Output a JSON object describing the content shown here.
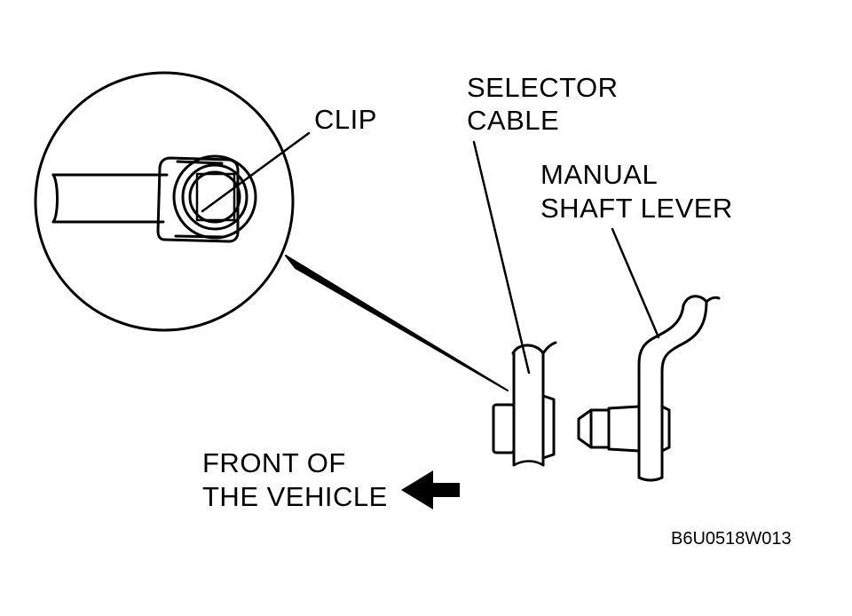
{
  "labels": {
    "clip": "CLIP",
    "selector_cable_line1": "SELECTOR",
    "selector_cable_line2": "CABLE",
    "manual_shaft_lever_line1": "MANUAL",
    "manual_shaft_lever_line2": "SHAFT LEVER",
    "front_line1": "FRONT OF",
    "front_line2": "THE VEHICLE"
  },
  "figure_code": "B6U0518W013",
  "icons": {
    "front_arrow": "arrow-left-icon"
  }
}
